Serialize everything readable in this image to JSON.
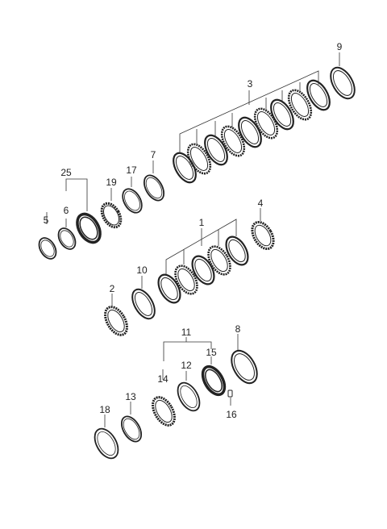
{
  "labels": {
    "l1": "1",
    "l2": "2",
    "l3": "3",
    "l4": "4",
    "l5": "5",
    "l6": "6",
    "l7": "7",
    "l8": "8",
    "l9": "9",
    "l10": "10",
    "l11": "11",
    "l12": "12",
    "l13": "13",
    "l14": "14",
    "l15": "15",
    "l16": "16",
    "l17": "17",
    "l18": "18",
    "l19": "19",
    "l25": "25"
  }
}
